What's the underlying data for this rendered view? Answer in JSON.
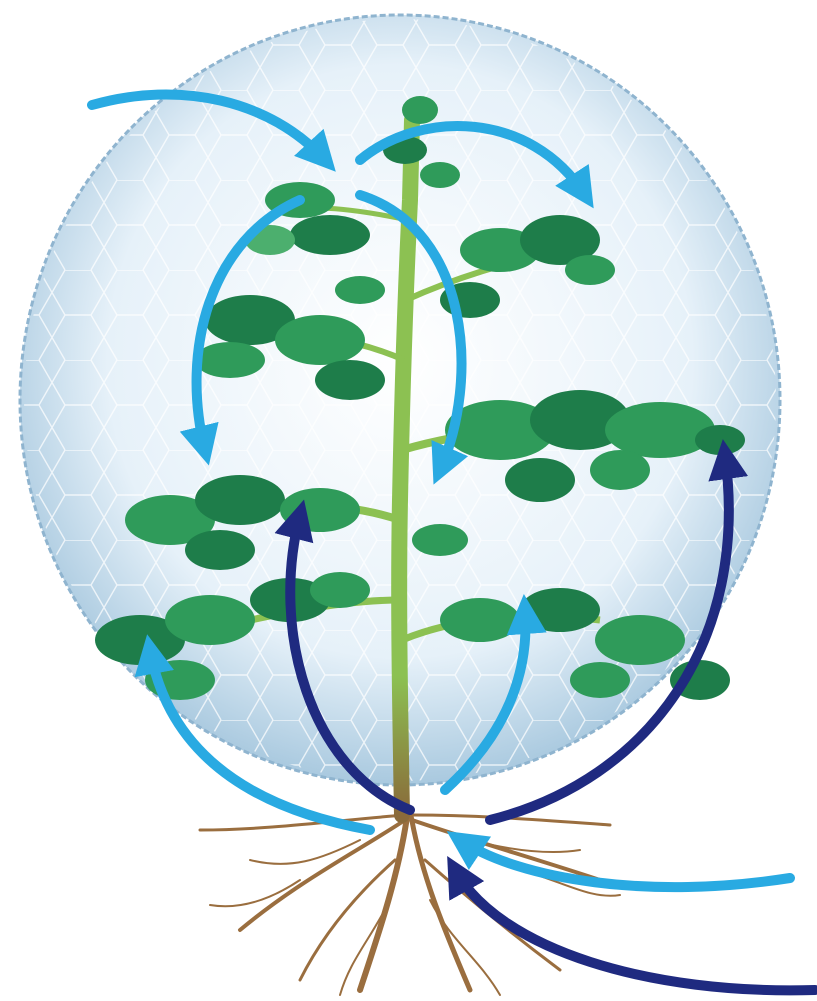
{
  "colors": {
    "background": "#ffffff",
    "bubble_fill": "#d6e8f5",
    "bubble_edge": "#8fb4cf",
    "hex_grid": "#ffffff",
    "leaf_dark": "#1e7d4a",
    "leaf_mid": "#2f9b5a",
    "leaf_light": "#4caf6e",
    "stem": "#8cc152",
    "stem_base": "#8a6a3a",
    "roots": "#9a6e3f",
    "arrow_light": "#29aae2",
    "arrow_dark": "#1f2a80"
  },
  "diagram": {
    "subject": "plant-with-roots",
    "enclosure": "hexagon-pattern-bubble",
    "arrow_groups": [
      "light-blue-flow",
      "dark-blue-flow"
    ]
  }
}
